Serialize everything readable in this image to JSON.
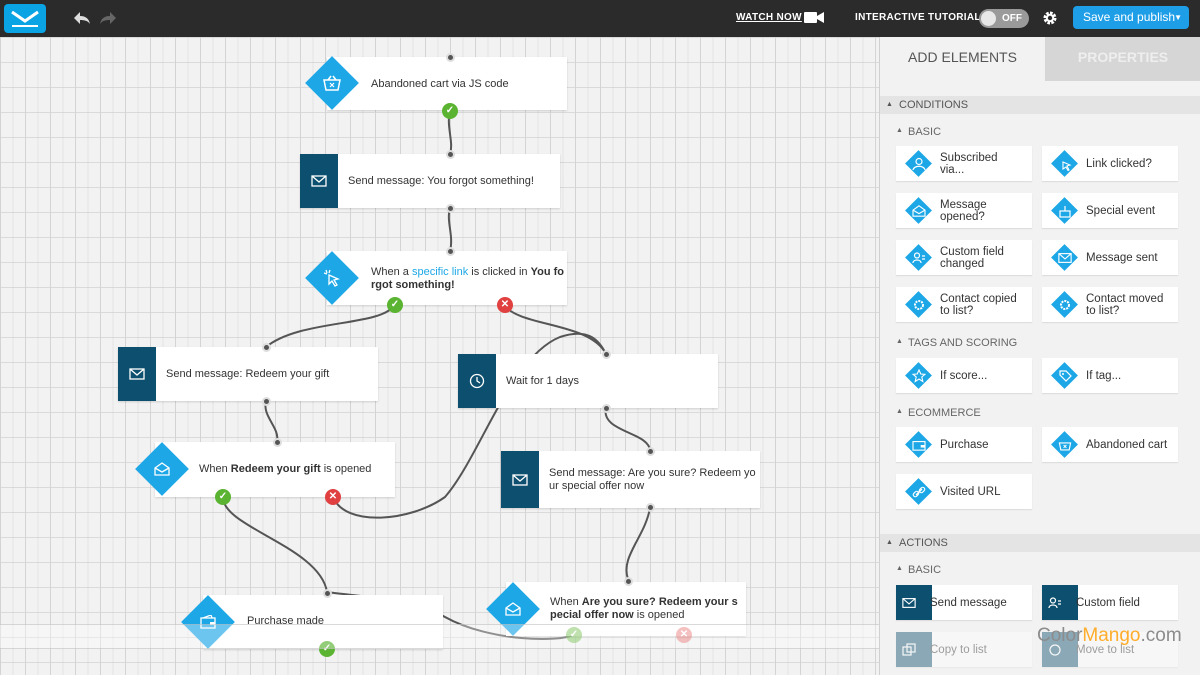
{
  "toolbar": {
    "watch_label": "WATCH NOW",
    "tutorial_label": "INTERACTIVE TUTORIAL",
    "toggle_state": "OFF",
    "save_label": "Save and publish"
  },
  "canvas": {
    "nodes": {
      "abandoned": "Abandoned cart via JS code",
      "send1": "Send message: You forgot something!",
      "when_link_pre": "When a ",
      "when_link_link": "specific link",
      "when_link_mid": " is clicked in ",
      "when_link_bold1": "You fo",
      "when_link_bold2": "rgot something!",
      "send_gift": "Send message: Redeem your gift",
      "wait": "Wait for 1 days",
      "when_gift_pre": "When ",
      "when_gift_bold": "Redeem your gift",
      "when_gift_post": " is opened",
      "send_sure_1": "Send message: Are you sure? Redeem yo",
      "send_sure_2": "ur special offer now",
      "purchase": "Purchase made",
      "when_sure_pre": "When ",
      "when_sure_bold1": "Are you sure? Redeem your s",
      "when_sure_bold2": "pecial offer now",
      "when_sure_post": " is opened"
    }
  },
  "sidebar": {
    "tab_add": "ADD ELEMENTS",
    "tab_properties": "PROPERTIES",
    "conditions": "CONDITIONS",
    "basic": "BASIC",
    "tags_scoring": "TAGS AND SCORING",
    "ecommerce": "ECOMMERCE",
    "actions": "ACTIONS",
    "actions_basic": "BASIC",
    "items": {
      "subscribed": [
        "Subscribed",
        "via..."
      ],
      "link_clicked": [
        "Link clicked?"
      ],
      "message_opened": [
        "Message",
        "opened?"
      ],
      "special_event": [
        "Special event"
      ],
      "custom_field_changed": [
        "Custom field",
        "changed"
      ],
      "message_sent": [
        "Message sent"
      ],
      "contact_copied": [
        "Contact copied",
        "to list?"
      ],
      "contact_moved": [
        "Contact moved",
        "to list?"
      ],
      "if_score": [
        "If score..."
      ],
      "if_tag": [
        "If tag..."
      ],
      "purchase": [
        "Purchase"
      ],
      "abandoned_cart": [
        "Abandoned cart"
      ],
      "visited_url": [
        "Visited URL"
      ],
      "send_message": [
        "Send message"
      ],
      "custom_field": [
        "Custom field"
      ],
      "copy_to_list": [
        "Copy to list"
      ],
      "move_to_list": [
        "Move to list"
      ]
    }
  },
  "watermark": {
    "a": "Color",
    "b": "Mango",
    "c": ".com"
  }
}
